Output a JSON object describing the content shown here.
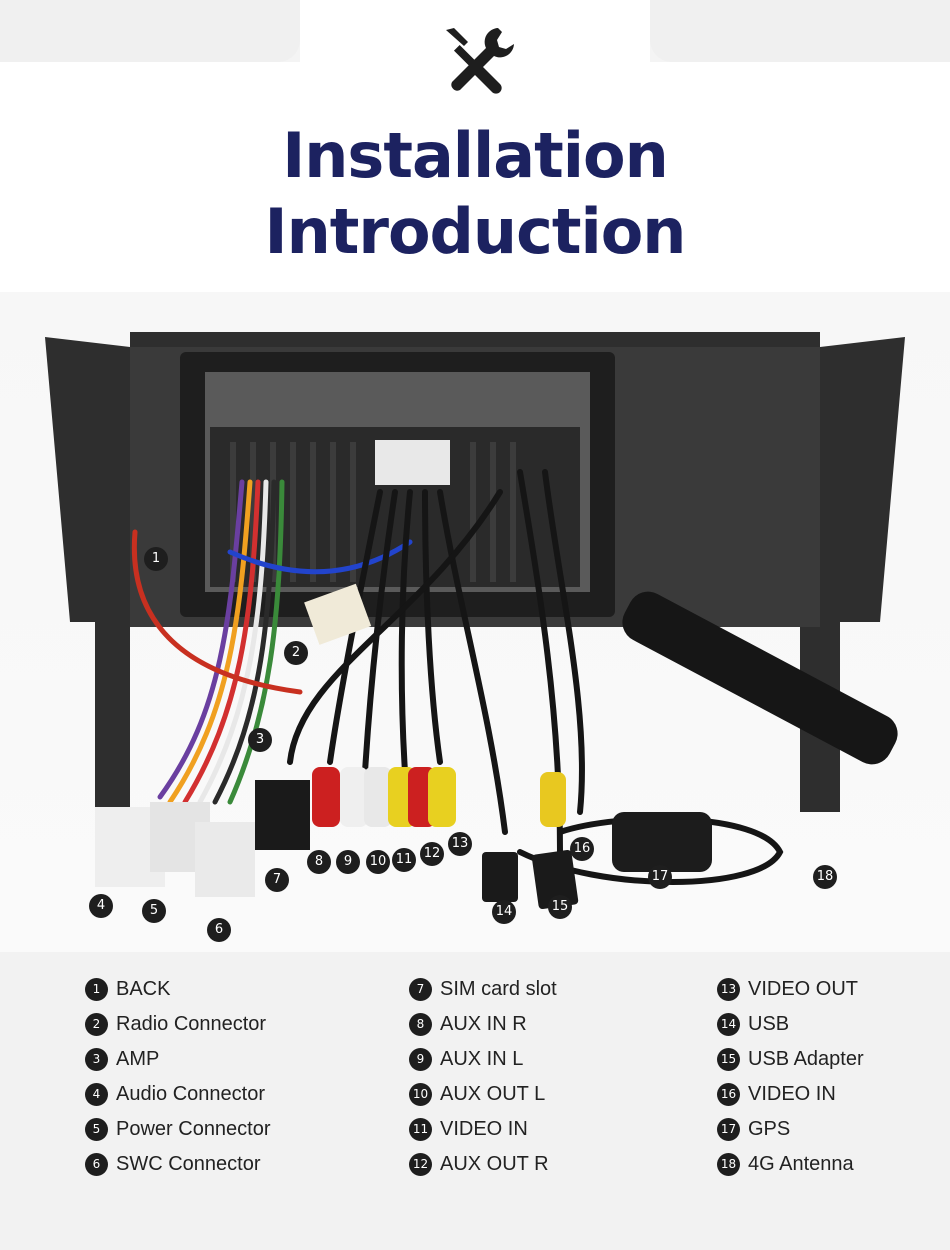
{
  "header": {
    "icon": "tools-icon",
    "title_line1": "Installation",
    "title_line2": "Introduction"
  },
  "colors": {
    "title": "#1c2260",
    "badge": "#1e1e1e",
    "background": "#f2f2f2"
  },
  "photo": {
    "alt": "rear of car stereo unit with wiring harness and cables",
    "callouts": [
      "1",
      "2",
      "3",
      "4",
      "5",
      "6",
      "7",
      "8",
      "9",
      "10",
      "11",
      "12",
      "13",
      "14",
      "15",
      "16",
      "17",
      "18"
    ]
  },
  "legend": {
    "col1": [
      {
        "num": "1",
        "label": "BACK"
      },
      {
        "num": "2",
        "label": "Radio Connector"
      },
      {
        "num": "3",
        "label": "AMP"
      },
      {
        "num": "4",
        "label": "Audio Connector"
      },
      {
        "num": "5",
        "label": "Power Connector"
      },
      {
        "num": "6",
        "label": "SWC Connector"
      }
    ],
    "col2": [
      {
        "num": "7",
        "label": "SIM card slot"
      },
      {
        "num": "8",
        "label": "AUX IN R"
      },
      {
        "num": "9",
        "label": "AUX IN L"
      },
      {
        "num": "10",
        "label": "AUX OUT L"
      },
      {
        "num": "11",
        "label": "VIDEO IN"
      },
      {
        "num": "12",
        "label": "AUX OUT R"
      }
    ],
    "col3": [
      {
        "num": "13",
        "label": "VIDEO OUT"
      },
      {
        "num": "14",
        "label": "USB"
      },
      {
        "num": "15",
        "label": "USB Adapter"
      },
      {
        "num": "16",
        "label": "VIDEO IN"
      },
      {
        "num": "17",
        "label": "GPS"
      },
      {
        "num": "18",
        "label": "4G Antenna"
      }
    ]
  }
}
